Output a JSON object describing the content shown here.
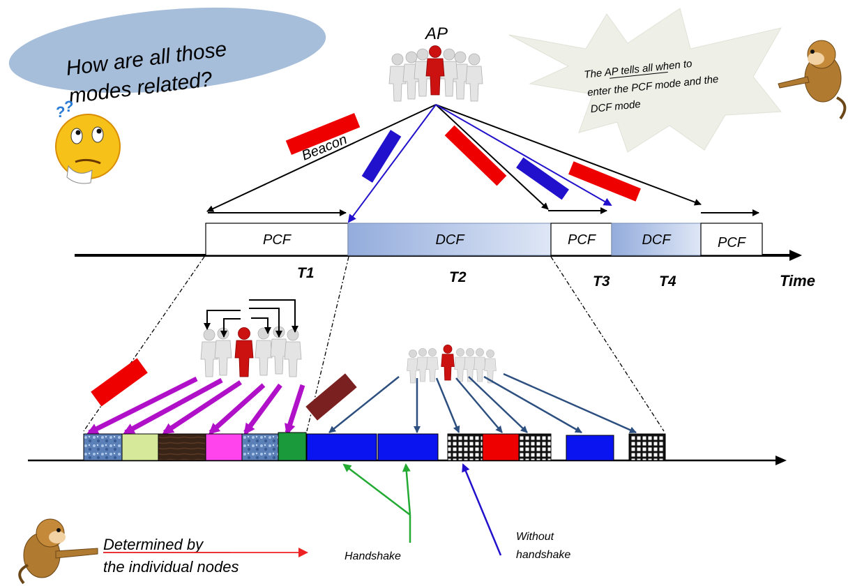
{
  "callout_question": {
    "line1": "How are all those",
    "line2": "modes related?"
  },
  "ap_label": "AP",
  "beacon_label": "Beacon",
  "callout_ap": {
    "line1": "The AP tells all  when to",
    "line2": "enter the PCF mode and the",
    "line3": "DCF mode"
  },
  "timeline": {
    "segments": [
      "PCF",
      "DCF",
      "PCF",
      "DCF",
      "PCF"
    ],
    "ticks": [
      "T1",
      "T2",
      "T3",
      "T4"
    ],
    "axis_label": "Time"
  },
  "legend": {
    "determined_line1": "Determined by",
    "determined_line2": "the individual nodes",
    "handshake": "Handshake",
    "without_line1": "Without",
    "without_line2": "handshake"
  },
  "colors": {
    "beacon_red": "#ee0000",
    "beacon_blue": "#2211cc",
    "dcf_fill": "#9fb6e0",
    "purple_arrow": "#b010c8",
    "navy_arrow": "#2c4f80",
    "green_arrow": "#22aa33",
    "brown_block": "#7a2020"
  },
  "icons": [
    "people-group-icon",
    "confused-smiley-icon",
    "monkey-pointing-icon",
    "speech-burst-icon"
  ]
}
